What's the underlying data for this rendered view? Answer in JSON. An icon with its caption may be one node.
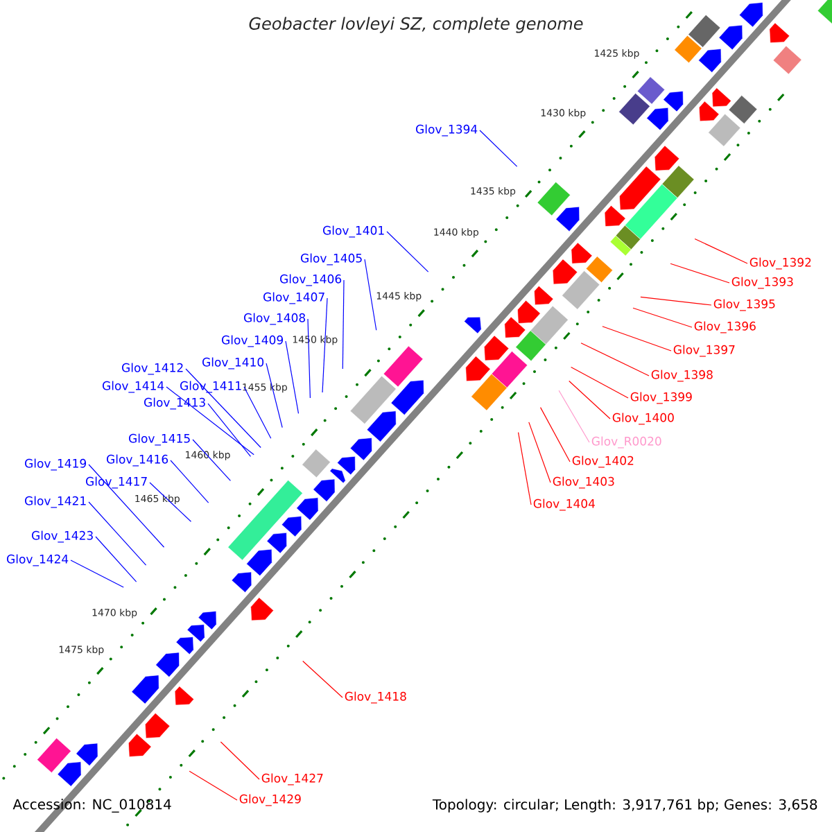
{
  "diagram": {
    "title": "Geobacter lovleyi SZ, complete genome",
    "nodes": [
      {
        "text": [
          "Glov_1394"
        ]
      },
      {
        "text": [
          "Glov_1401"
        ]
      },
      {
        "text": [
          "Glov_1392"
        ]
      },
      {
        "text": [
          "Glov_1405"
        ]
      },
      {
        "text": [
          "Glov_1406"
        ]
      },
      {
        "text": [
          "Glov_1393"
        ]
      },
      {
        "text": [
          "Glov_1407"
        ]
      },
      {
        "text": [
          "Glov_1395"
        ]
      },
      {
        "text": [
          "Glov_1408"
        ]
      },
      {
        "text": [
          "Glov_1396"
        ]
      },
      {
        "text": [
          "Glov_1409"
        ]
      },
      {
        "text": [
          "Glov_1397"
        ]
      },
      {
        "text": [
          "Glov_1410"
        ]
      },
      {
        "text": [
          "Glov_1412"
        ]
      },
      {
        "text": [
          "Glov_1398"
        ]
      },
      {
        "text": [
          "Glov_1411"
        ]
      },
      {
        "text": [
          "Glov_1414"
        ]
      },
      {
        "text": [
          "Glov_1399"
        ]
      },
      {
        "text": [
          "Glov_1413"
        ]
      },
      {
        "text": [
          "Glov_1400"
        ]
      },
      {
        "text": [
          "Glov_1415"
        ]
      },
      {
        "text": [
          "Glov_R0020"
        ]
      },
      {
        "text": [
          "Glov_1416"
        ]
      },
      {
        "text": [
          "Glov_1419"
        ]
      },
      {
        "text": [
          "Glov_1402"
        ]
      },
      {
        "text": [
          "Glov_1417"
        ]
      },
      {
        "text": [
          "Glov_1403"
        ]
      },
      {
        "text": [
          "Glov_1421"
        ]
      },
      {
        "text": [
          "Glov_1404"
        ]
      },
      {
        "text": [
          "Glov_1423"
        ]
      },
      {
        "text": [
          "Glov_1424"
        ]
      },
      {
        "text": [
          "Glov_1418"
        ]
      },
      {
        "text": [
          "Glov_1427"
        ]
      },
      {
        "text": [
          "Glov_1429"
        ]
      }
    ],
    "edges": [
      {
        "from": 0,
        "to": null,
        "arrow": "none"
      },
      {
        "from": 1,
        "to": null,
        "arrow": "none"
      },
      {
        "from": 2,
        "to": null,
        "arrow": "none",
        "color": "#ff0000"
      },
      {
        "from": 3,
        "to": null,
        "arrow": "none"
      },
      {
        "from": 4,
        "to": null,
        "arrow": "none"
      },
      {
        "from": 5,
        "to": null,
        "arrow": "none",
        "color": "#ff0000"
      },
      {
        "from": 6,
        "to": null,
        "arrow": "none"
      },
      {
        "from": 7,
        "to": null,
        "arrow": "none",
        "color": "#ff0000"
      },
      {
        "from": 8,
        "to": null,
        "arrow": "none"
      },
      {
        "from": 9,
        "to": null,
        "arrow": "none",
        "color": "#ff0000"
      },
      {
        "from": 10,
        "to": null,
        "arrow": "none"
      },
      {
        "from": 11,
        "to": null,
        "arrow": "none",
        "color": "#ff0000"
      },
      {
        "from": 12,
        "to": null,
        "arrow": "none"
      },
      {
        "from": 13,
        "to": null,
        "arrow": "none"
      },
      {
        "from": 14,
        "to": null,
        "arrow": "none",
        "color": "#ff0000"
      },
      {
        "from": 15,
        "to": null,
        "arrow": "none"
      },
      {
        "from": 16,
        "to": null,
        "arrow": "none"
      },
      {
        "from": 17,
        "to": null,
        "arrow": "none",
        "color": "#ff0000"
      },
      {
        "from": 18,
        "to": null,
        "arrow": "none"
      },
      {
        "from": 19,
        "to": null,
        "arrow": "none",
        "color": "#ff0000"
      },
      {
        "from": 20,
        "to": null,
        "arrow": "none"
      },
      {
        "from": 21,
        "to": null,
        "arrow": "none",
        "color": "#ff99cc"
      },
      {
        "from": 22,
        "to": null,
        "arrow": "none"
      },
      {
        "from": 23,
        "to": null,
        "arrow": "none"
      },
      {
        "from": 24,
        "to": null,
        "arrow": "none",
        "color": "#ff0000"
      },
      {
        "from": 25,
        "to": null,
        "arrow": "none"
      },
      {
        "from": 26,
        "to": null,
        "arrow": "none",
        "color": "#ff0000"
      },
      {
        "from": 27,
        "to": null,
        "arrow": "none"
      },
      {
        "from": 28,
        "to": null,
        "arrow": "none",
        "color": "#ff0000"
      },
      {
        "from": 29,
        "to": null,
        "arrow": "none"
      },
      {
        "from": 30,
        "to": null,
        "arrow": "none"
      },
      {
        "from": 31,
        "to": null,
        "arrow": "none",
        "color": "#ff0000"
      },
      {
        "from": 32,
        "to": null,
        "arrow": "none",
        "color": "#ff0000"
      },
      {
        "from": 33,
        "to": null,
        "arrow": "none",
        "color": "#ff0000"
      }
    ],
    "labels": [
      "1425 kbp",
      "1430 kbp",
      "1435 kbp",
      "1440 kbp",
      "1445 kbp",
      "1450 kbp",
      "1455 kbp",
      "1460 kbp",
      "1465 kbp",
      "1470 kbp",
      "1475 kbp",
      "Accession: NC_010814",
      "Topology: circular; Length: 3,917,761 bp; Genes: 3,658"
    ]
  }
}
